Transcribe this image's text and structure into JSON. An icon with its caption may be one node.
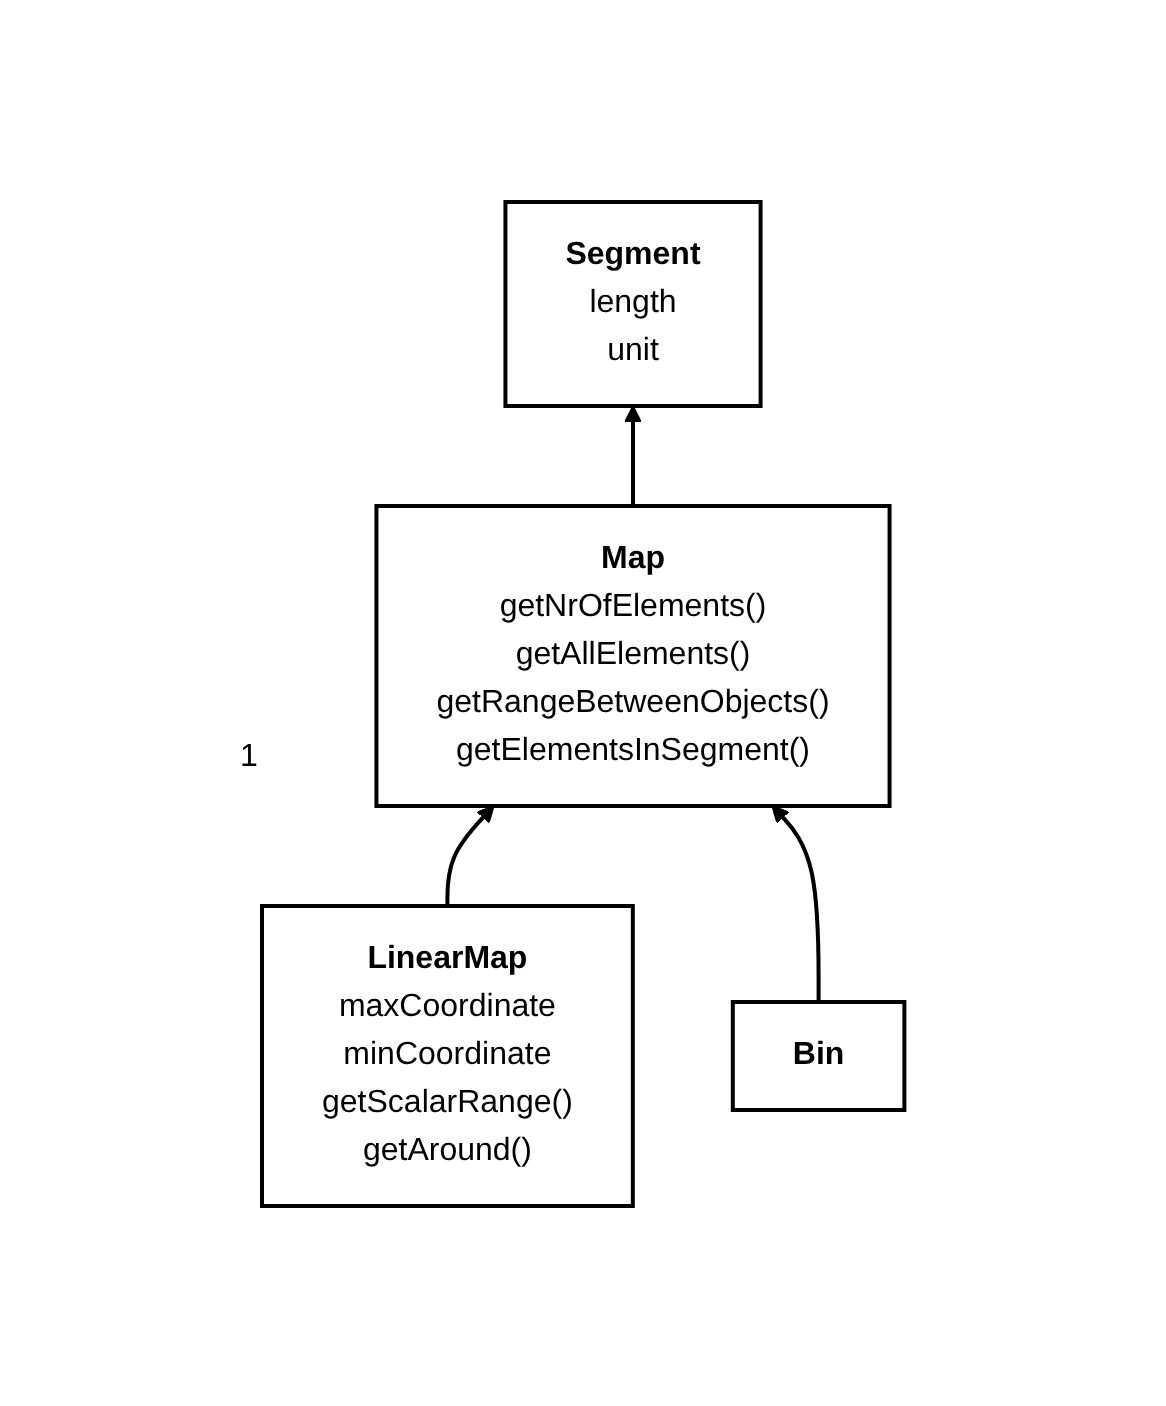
{
  "diagram": {
    "nodes": [
      {
        "text": [
          "Segment",
          "length unit"
        ]
      },
      {
        "text": [
          "Map",
          "getNrOfElements() getAllElements() getRangeBetweenObjects() getElementsInSegment()"
        ]
      },
      {
        "text": [
          "LinearMap",
          "maxCoordinate minCoordinate",
          "getScalarRange() getAround()"
        ]
      },
      {
        "text": [
          "Bin"
        ]
      }
    ],
    "edges": [
      {
        "from": 1,
        "to": 0,
        "arrow": "to"
      },
      {
        "from": 2,
        "to": 1,
        "arrow": "to"
      },
      {
        "from": 3,
        "to": 1,
        "arrow": "to"
      }
    ],
    "labels": [
      "1"
    ]
  }
}
